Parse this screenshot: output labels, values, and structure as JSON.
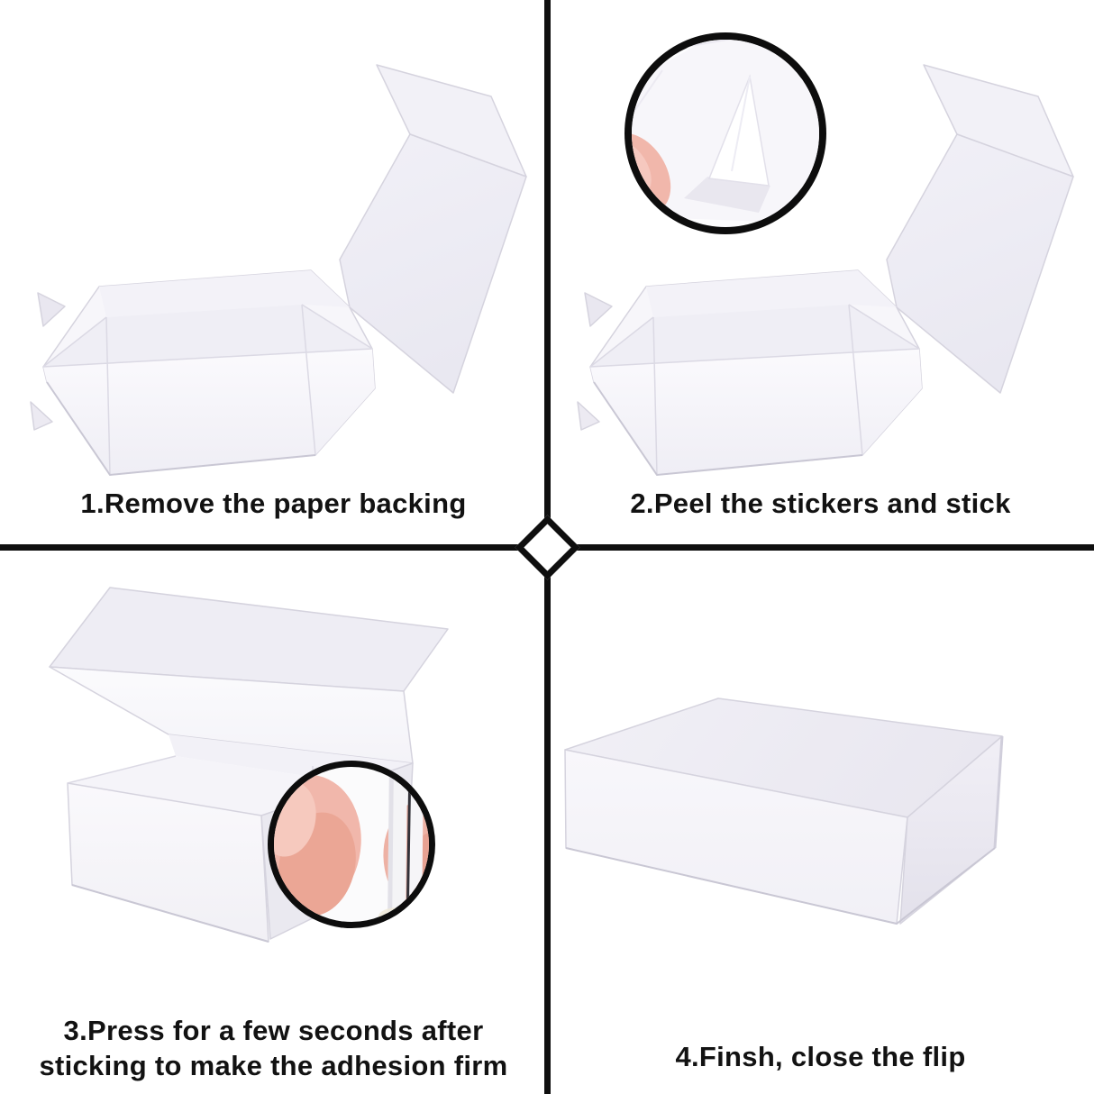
{
  "steps": [
    {
      "number": "1",
      "caption_lines": [
        "1.Remove the paper backing"
      ]
    },
    {
      "number": "2",
      "caption_lines": [
        "2.Peel the stickers and stick"
      ]
    },
    {
      "number": "3",
      "caption_lines": [
        "3.Press for a few seconds after",
        "sticking to make the adhesion firm"
      ]
    },
    {
      "number": "4",
      "caption_lines": [
        "4.Finsh, close the flip"
      ]
    }
  ],
  "colors": {
    "background": "#ffffff",
    "divider": "#0f0f0f",
    "caption_text": "#121212",
    "box_face_bright": "#fafafc",
    "box_face_light": "#f3f2f8",
    "box_face_mid": "#edecf3",
    "box_face_shadow": "#e6e4ee",
    "box_edge": "#d5d3de",
    "inset_ring": "#0d0d0d",
    "skin_light": "#f6c9be",
    "skin_mid": "#f1b7ab",
    "skin_deep": "#eba695",
    "press_seam_line": "#34333a"
  },
  "icons": {
    "center_divider_diamond": "diamond-outline-icon",
    "step2_inset": "zoom-circle-peeling-sticker",
    "step3_inset": "zoom-circle-pressing-fingers"
  }
}
